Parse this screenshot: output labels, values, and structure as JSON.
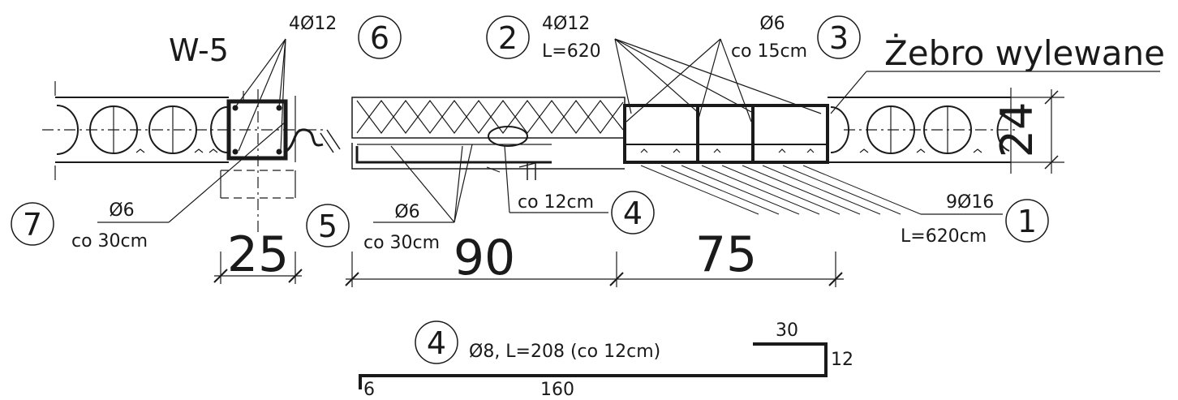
{
  "element_label": "W-5",
  "rib_label": "Żebro wylewane",
  "callouts": [
    {
      "number": "1",
      "line1": "9Ø16",
      "line2": "L=620cm"
    },
    {
      "number": "2",
      "line1": "4Ø12",
      "line2": "L=620"
    },
    {
      "number": "3",
      "line1": "Ø6",
      "line2": "co 15cm"
    },
    {
      "number": "4",
      "line1": "co 12cm"
    },
    {
      "number": "5",
      "line1": "Ø6",
      "line2": "co 30cm"
    },
    {
      "number": "6",
      "line1": "4Ø12"
    },
    {
      "number": "7",
      "line1": "Ø6",
      "line2": "co 30cm"
    }
  ],
  "dimensions": {
    "width_w5": "25",
    "width_insulated": "90",
    "width_rib": "75",
    "slab_depth": "24"
  },
  "bar_detail": {
    "number": "4",
    "spec": "Ø8, L=208 (co 12cm)",
    "seg_hook": "6",
    "seg_main": "160",
    "seg_riser": "12",
    "seg_top": "30"
  }
}
